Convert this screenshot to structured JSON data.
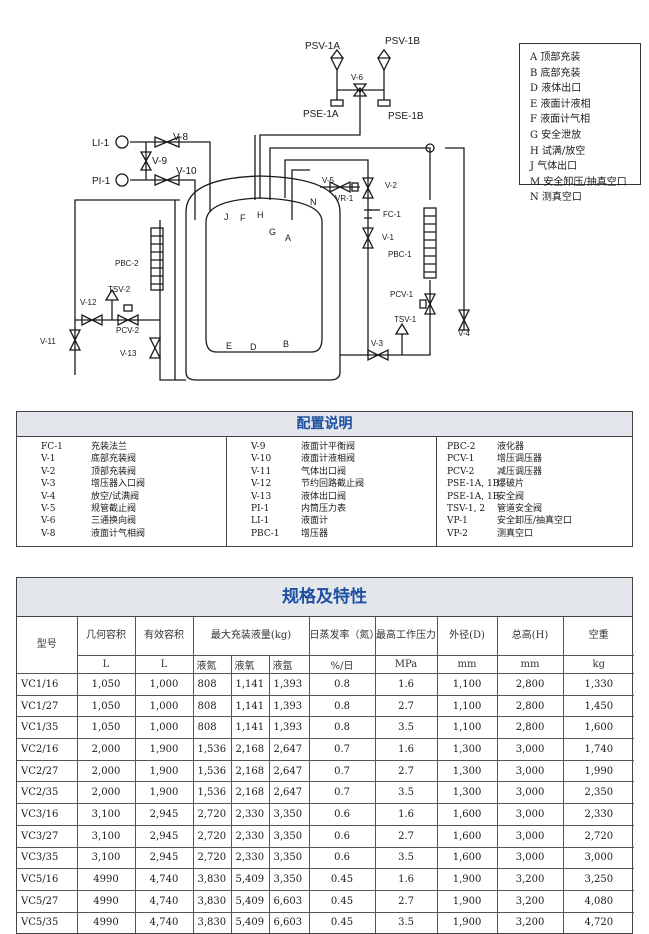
{
  "diagram": {
    "labels": {
      "psv1a": "PSV-1A",
      "psv1b": "PSV-1B",
      "v6": "V-6",
      "pse1a": "PSE-1A",
      "pse1b": "PSE-1B",
      "li1": "LI-1",
      "pi1": "PI-1",
      "v8": "V-8",
      "v9": "V-9",
      "v10": "V-10",
      "v5": "V-5",
      "vr1": "VR-1",
      "v2": "V-2",
      "fc1": "FC-1",
      "v1": "V-1",
      "pbc1": "PBC-1",
      "pcv1": "PCV-1",
      "tsv1": "TSV-1",
      "v3": "V-3",
      "v4": "V-4",
      "pbc2": "PBC-2",
      "tsv2": "TSV-2",
      "v12": "V-12",
      "pcv2": "PCV-2",
      "v11": "V-11",
      "v13": "V-13",
      "j": "J",
      "f": "F",
      "h": "H",
      "g": "G",
      "a": "A",
      "n": "N",
      "e": "E",
      "d": "D",
      "b": "B"
    },
    "legend": [
      "A 顶部充装",
      "B 底部充装",
      "D 液体出口",
      "E 液面计液相",
      "F 液面计气相",
      "G 安全泄放",
      "H 试满/放空",
      "J 气体出口",
      "M 安全卸压/抽真空口",
      "N 测真空口"
    ]
  },
  "config": {
    "title": "配置说明",
    "columns": [
      [
        {
          "code": "FC-1",
          "desc": "充装法兰"
        },
        {
          "code": "V-1",
          "desc": "底部充装阀"
        },
        {
          "code": "V-2",
          "desc": "顶部充装阀"
        },
        {
          "code": "V-3",
          "desc": "增压器入口阀"
        },
        {
          "code": "V-4",
          "desc": "放空/试满阀"
        },
        {
          "code": "V-5",
          "desc": "规管截止阀"
        },
        {
          "code": "V-6",
          "desc": "三通换向阀"
        },
        {
          "code": "V-8",
          "desc": "液面计气相阀"
        }
      ],
      [
        {
          "code": "V-9",
          "desc": "液面计平衡阀"
        },
        {
          "code": "V-10",
          "desc": "液面计液相阀"
        },
        {
          "code": "V-11",
          "desc": "气体出口阀"
        },
        {
          "code": "V-12",
          "desc": "节约回路截止阀"
        },
        {
          "code": "V-13",
          "desc": "液体出口阀"
        },
        {
          "code": "PI-1",
          "desc": "内筒压力表"
        },
        {
          "code": "LI-1",
          "desc": "液面计"
        },
        {
          "code": "PBC-1",
          "desc": "增压器"
        }
      ],
      [
        {
          "code": "PBC-2",
          "desc": "液化器"
        },
        {
          "code": "PCV-1",
          "desc": "增压调压器"
        },
        {
          "code": "PCV-2",
          "desc": "减压调压器"
        },
        {
          "code": "PSE-1A, 1B",
          "desc": "爆破片"
        },
        {
          "code": "PSE-1A, 1B",
          "desc": "安全阀"
        },
        {
          "code": "TSV-1, 2",
          "desc": "管道安全阀"
        },
        {
          "code": "VP-1",
          "desc": "安全卸压/抽真空口"
        },
        {
          "code": "VP-2",
          "desc": "测真空口"
        }
      ]
    ]
  },
  "spec": {
    "title": "规格及特性",
    "headers": {
      "model": "型号",
      "geo": "几何容积",
      "eff": "有效容积",
      "max": "最大充装液量(kg)",
      "evap": "日蒸发率（氮）",
      "pressure": "最高工作压力",
      "diameter": "外径(D)",
      "height": "总高(H)",
      "weight": "空重"
    },
    "sub": [
      "L",
      "L",
      "液氮",
      "液氧",
      "液氩",
      "%/日",
      "MPa",
      "mm",
      "mm",
      "kg"
    ],
    "rows": [
      [
        "VC1/16",
        "1,050",
        "1,000",
        "808",
        "1,141",
        "1,393",
        "0.8",
        "1.6",
        "1,100",
        "2,800",
        "1,330"
      ],
      [
        "VC1/27",
        "1,050",
        "1,000",
        "808",
        "1,141",
        "1,393",
        "0.8",
        "2.7",
        "1,100",
        "2,800",
        "1,450"
      ],
      [
        "VC1/35",
        "1,050",
        "1,000",
        "808",
        "1,141",
        "1,393",
        "0.8",
        "3.5",
        "1,100",
        "2,800",
        "1,600"
      ],
      [
        "VC2/16",
        "2,000",
        "1,900",
        "1,536",
        "2,168",
        "2,647",
        "0.7",
        "1.6",
        "1,300",
        "3,000",
        "1,740"
      ],
      [
        "VC2/27",
        "2,000",
        "1,900",
        "1,536",
        "2,168",
        "2,647",
        "0.7",
        "2.7",
        "1,300",
        "3,000",
        "1,990"
      ],
      [
        "VC2/35",
        "2,000",
        "1,900",
        "1,536",
        "2,168",
        "2,647",
        "0.7",
        "3.5",
        "1,300",
        "3,000",
        "2,350"
      ],
      [
        "VC3/16",
        "3,100",
        "2,945",
        "2,720",
        "2,330",
        "3,350",
        "0.6",
        "1.6",
        "1,600",
        "3,000",
        "2,330"
      ],
      [
        "VC3/27",
        "3,100",
        "2,945",
        "2,720",
        "2,330",
        "3,350",
        "0.6",
        "2.7",
        "1,600",
        "3,000",
        "2,720"
      ],
      [
        "VC3/35",
        "3,100",
        "2,945",
        "2,720",
        "2,330",
        "3,350",
        "0.6",
        "3.5",
        "1,600",
        "3,000",
        "3,000"
      ],
      [
        "VC5/16",
        "4990",
        "4,740",
        "3,830",
        "5,409",
        "3,350",
        "0.45",
        "1.6",
        "1,900",
        "3,200",
        "3,250"
      ],
      [
        "VC5/27",
        "4990",
        "4,740",
        "3,830",
        "5,409",
        "6,603",
        "0.45",
        "2.7",
        "1,900",
        "3,200",
        "4,080"
      ],
      [
        "VC5/35",
        "4990",
        "4,740",
        "3,830",
        "5,409",
        "6,603",
        "0.45",
        "3.5",
        "1,900",
        "3,200",
        "4,720"
      ]
    ]
  }
}
